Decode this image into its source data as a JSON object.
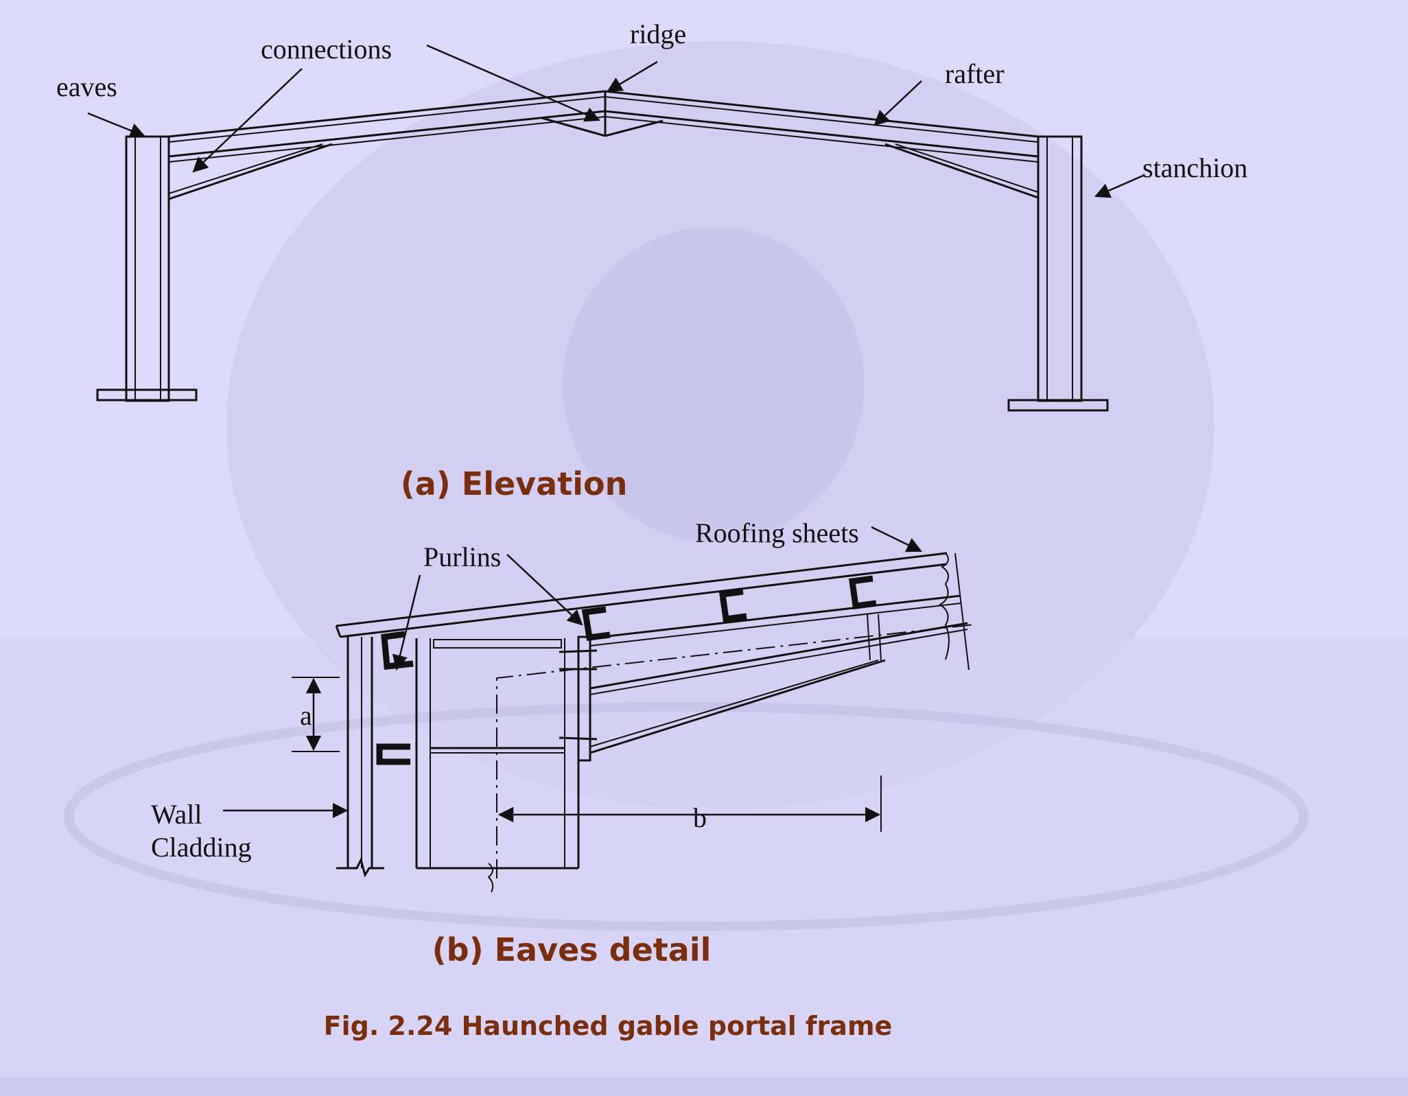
{
  "elevation": {
    "labels": {
      "connections": "connections",
      "ridge": "ridge",
      "eaves": "eaves",
      "rafter": "rafter",
      "stanchion": "stanchion"
    },
    "caption": "(a) Elevation"
  },
  "eaves_detail": {
    "labels": {
      "roofing_sheets": "Roofing sheets",
      "purlins": "Purlins",
      "dim_a": "a",
      "dim_b": "b",
      "wall_line1": "Wall",
      "wall_line2": "Cladding"
    },
    "caption": "(b) Eaves detail"
  },
  "figure_caption": "Fig. 2.24 Haunched gable portal frame",
  "colors": {
    "background": "#dcd9fb",
    "caption": "#7a2e0e",
    "line": "#111111"
  }
}
